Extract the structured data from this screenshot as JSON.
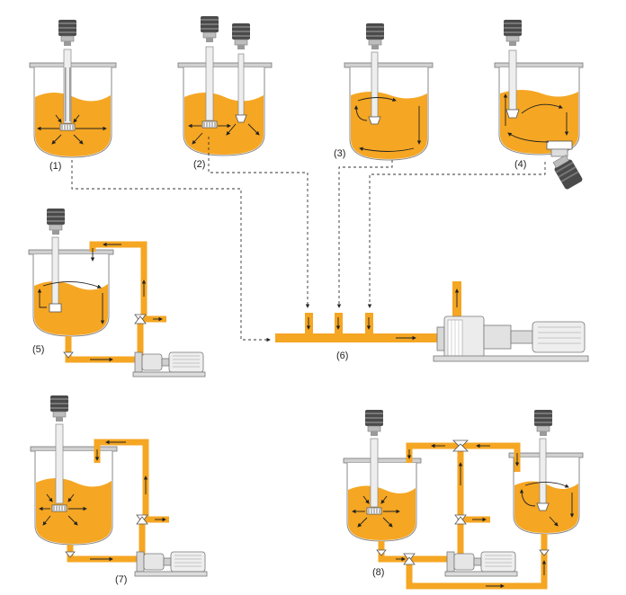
{
  "labels": {
    "l1": "(1)",
    "l2": "(2)",
    "l3": "(3)",
    "l4": "(4)",
    "l5": "(5)",
    "l6": "(6)",
    "l7": "(7)",
    "l8": "(8)"
  },
  "colors": {
    "liquid": "#f5a623",
    "liquid_dark": "#e08e10",
    "pipe": "#f5a623",
    "motor": "#4a4a4a",
    "metal": "#cfcfcf",
    "outline": "#777777",
    "arrow": "#222222"
  }
}
